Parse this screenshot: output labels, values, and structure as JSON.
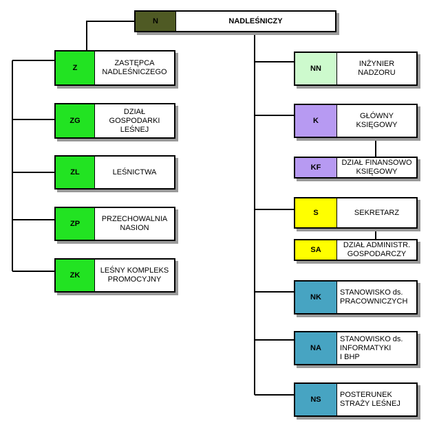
{
  "colors": {
    "head": "#4f5a24",
    "green": "#22e322",
    "light_green": "#cdfacd",
    "purple": "#b79af2",
    "yellow": "#ffff00",
    "teal": "#47a4c2"
  },
  "head": {
    "code": "N",
    "label": "NADLEŚNICZY"
  },
  "left": [
    {
      "code": "Z",
      "label": "ZASTĘPCA\nNADLEŚNICZEGO"
    },
    {
      "code": "ZG",
      "label": "DZIAŁ\nGOSPODARKI\nLEŚNEJ"
    },
    {
      "code": "ZL",
      "label": "LEŚNICTWA"
    },
    {
      "code": "ZP",
      "label": "PRZECHOWALNIA\nNASION"
    },
    {
      "code": "ZK",
      "label": "LEŚNY KOMPLEKS\nPROMOCYJNY"
    }
  ],
  "right": [
    {
      "code": "NN",
      "label": "INŻYNIER\nNADZORU"
    },
    {
      "code": "K",
      "label": "GŁÓWNY\nKSIĘGOWY"
    },
    {
      "code": "KF",
      "label": "DZIAŁ FINANSOWO\nKSIĘGOWY"
    },
    {
      "code": "S",
      "label": "SEKRETARZ"
    },
    {
      "code": "SA",
      "label": "DZIAŁ ADMINISTR.\nGOSPODARCZY"
    },
    {
      "code": "NK",
      "label": "STANOWISKO ds.\nPRACOWNICZYCH"
    },
    {
      "code": "NA",
      "label": "STANOWISKO ds.\nINFORMATYKI\nI BHP"
    },
    {
      "code": "NS",
      "label": "POSTERUNEK\nSTRAŻY LEŚNEJ"
    }
  ]
}
